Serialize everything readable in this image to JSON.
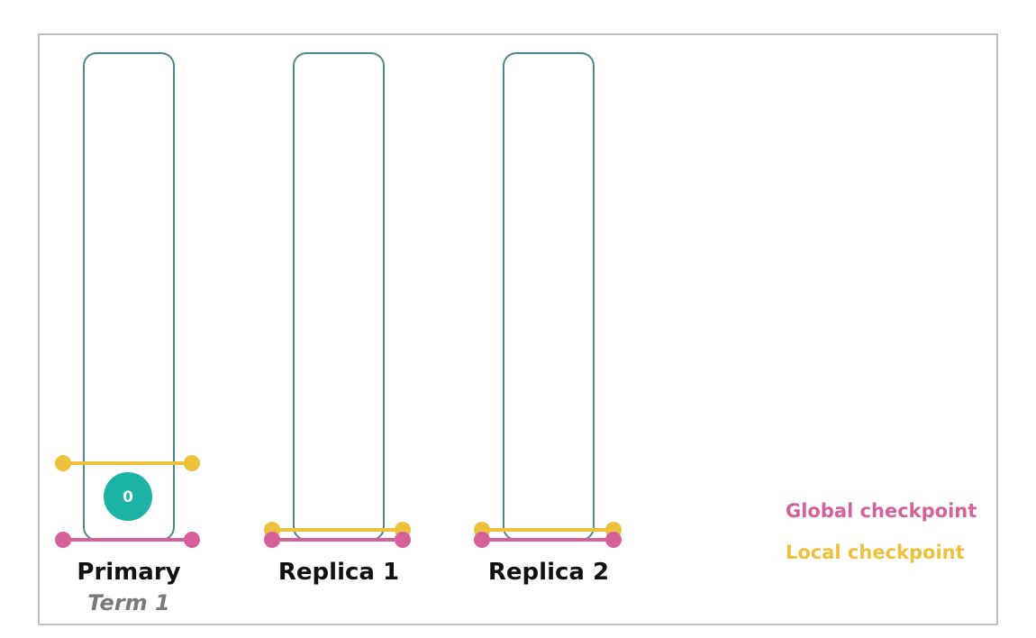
{
  "colors": {
    "frame": "#bfbfbf",
    "shard_outline": "#4b8a94",
    "global_checkpoint": "#d6609a",
    "local_checkpoint": "#eec13a",
    "operation": "#1ab3a6"
  },
  "shards": [
    {
      "id": "primary",
      "label": "Primary",
      "term": "Term 1",
      "operations": [
        "0"
      ]
    },
    {
      "id": "replica-1",
      "label": "Replica 1",
      "term": "",
      "operations": []
    },
    {
      "id": "replica-2",
      "label": "Replica 2",
      "term": "",
      "operations": []
    }
  ],
  "legend": {
    "global_checkpoint": "Global checkpoint",
    "local_checkpoint": "Local checkpoint"
  }
}
